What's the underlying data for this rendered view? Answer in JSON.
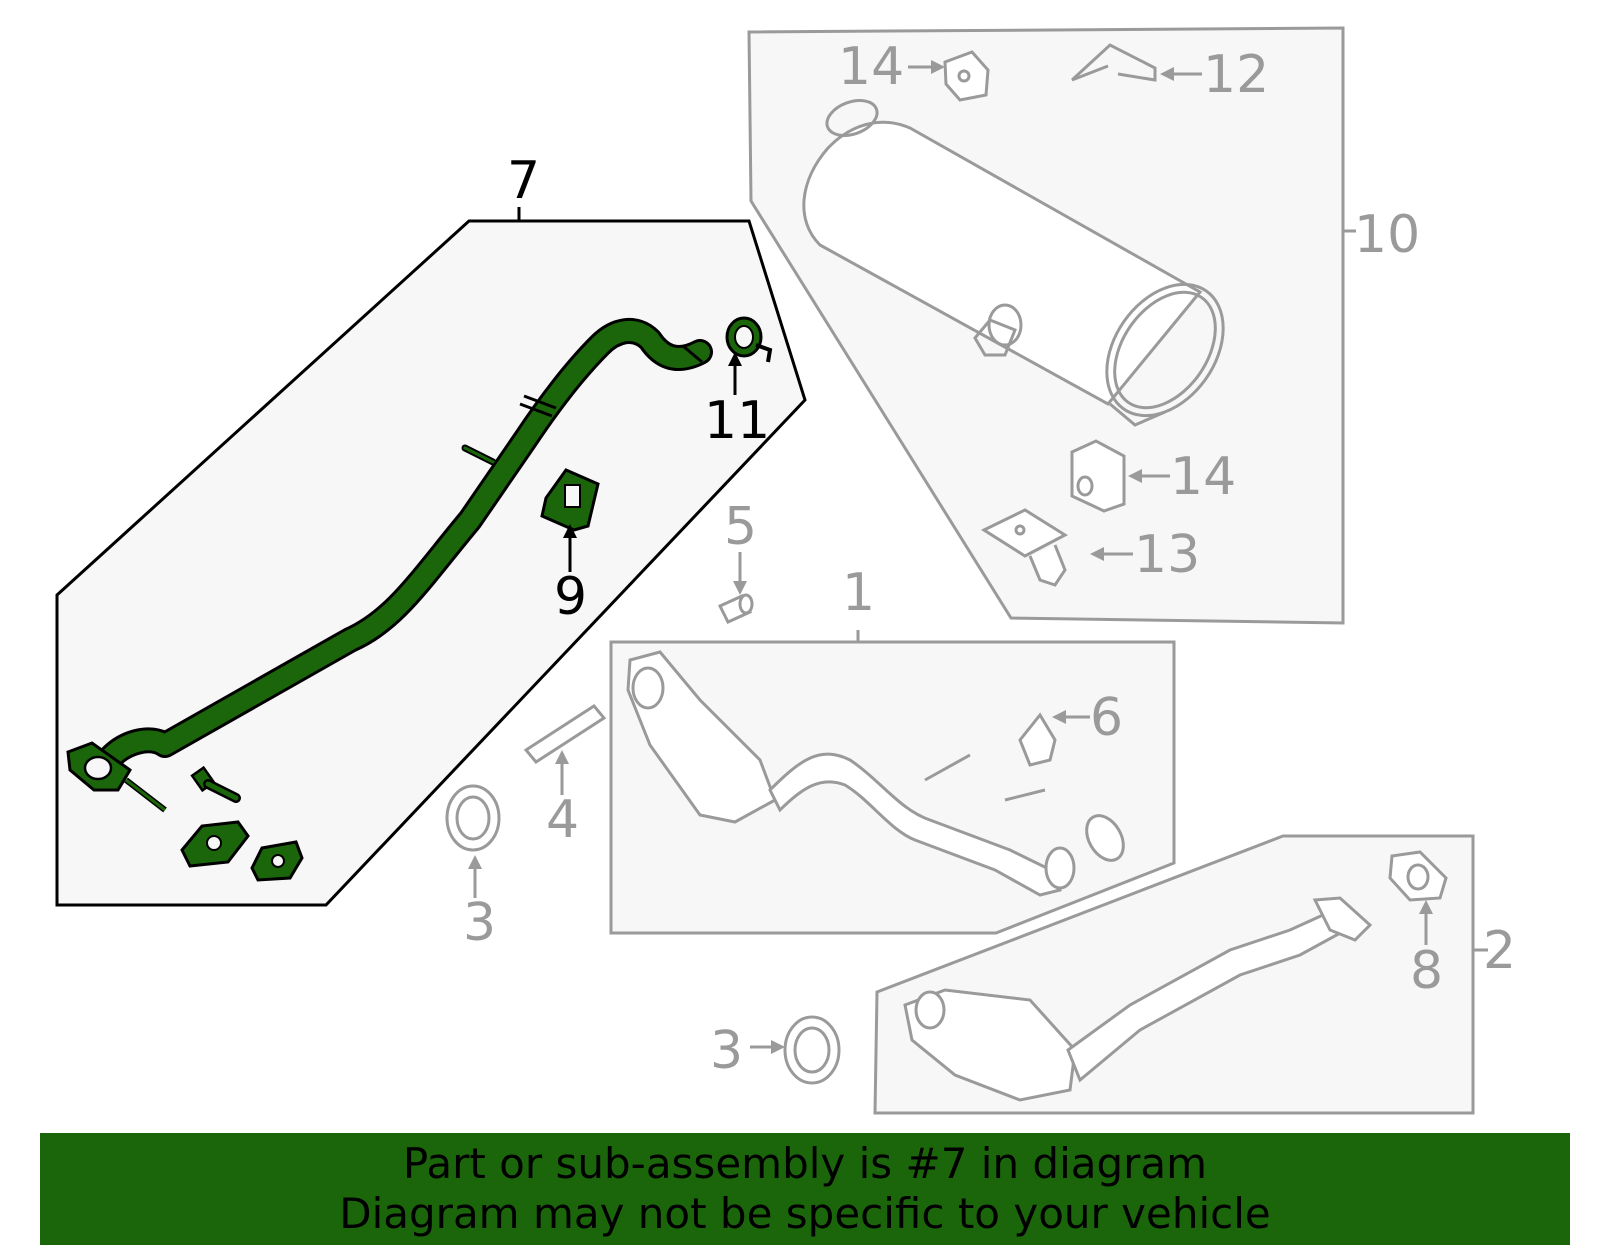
{
  "colors": {
    "highlight": "#1b660b",
    "outline_dark": "#000000",
    "outline_gray": "#9a9a9a",
    "panel_fill": "#f7f7f7",
    "banner_bg": "#1b660b"
  },
  "callouts": {
    "c1": "1",
    "c2": "2",
    "c3a": "3",
    "c3b": "3",
    "c4": "4",
    "c5": "5",
    "c6": "6",
    "c7": "7",
    "c8": "8",
    "c9": "9",
    "c10": "10",
    "c11": "11",
    "c12": "12",
    "c13": "13",
    "c14a": "14",
    "c14b": "14"
  },
  "banner": {
    "line1": "Part or sub-assembly is #7 in diagram",
    "line2": "Diagram may not be specific to your vehicle"
  }
}
